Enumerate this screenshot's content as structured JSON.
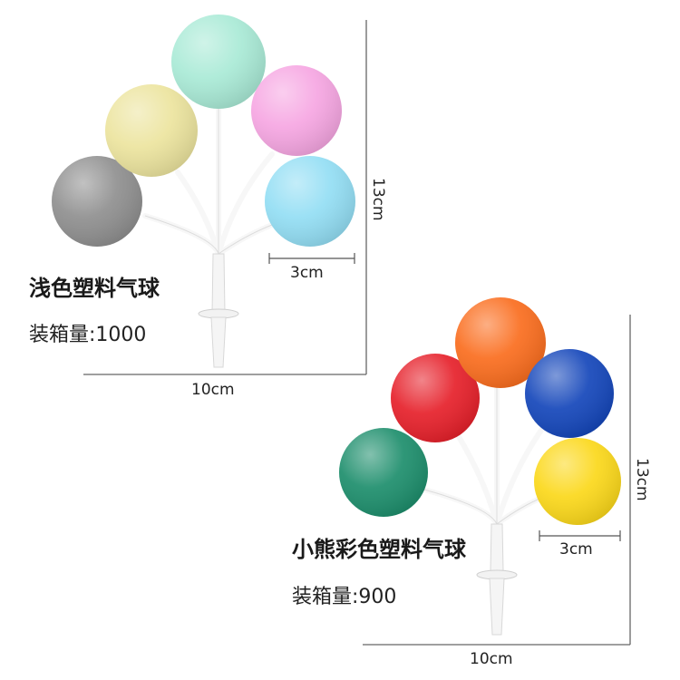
{
  "products": [
    {
      "name": "浅色塑料气球",
      "quantity_label": "装箱量:1000",
      "width_label": "10cm",
      "height_label": "13cm",
      "ball_size_label": "3cm",
      "balloon_colors": {
        "gray": "#8f8f8f",
        "yellow": "#ece49e",
        "mint": "#a9ead6",
        "pink": "#f6a6e2",
        "sky": "#93def4"
      }
    },
    {
      "name": "小熊彩色塑料气球",
      "quantity_label": "装箱量:900",
      "width_label": "10cm",
      "height_label": "13cm",
      "ball_size_label": "3cm",
      "balloon_colors": {
        "green": "#1d8e6c",
        "red": "#e6202a",
        "orange": "#fa6d1e",
        "blue": "#1446ba",
        "yellow": "#fbd81a"
      }
    }
  ]
}
